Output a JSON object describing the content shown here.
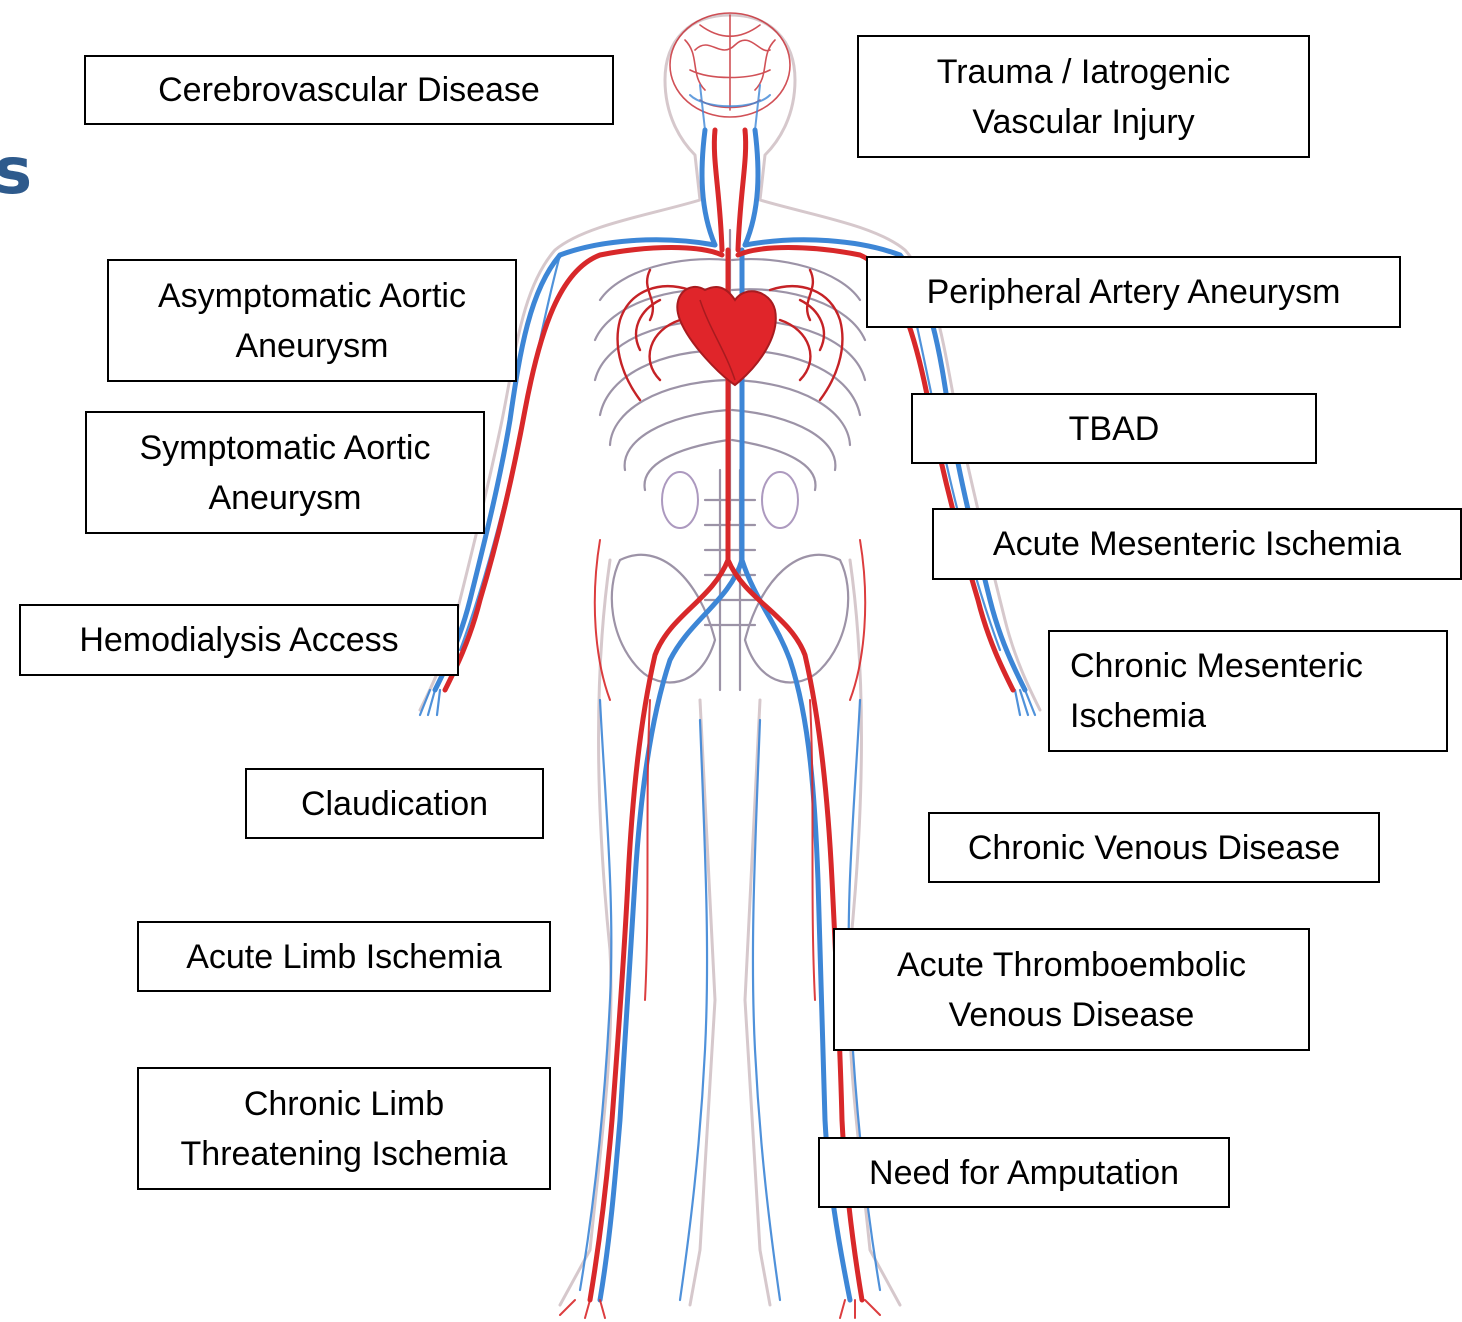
{
  "edge_fragment": "s",
  "labels": {
    "cerebrovascular": "Cerebrovascular Disease",
    "trauma": "Trauma / Iatrogenic\nVascular Injury",
    "asymptomatic_aortic": "Asymptomatic Aortic\nAneurysm",
    "peripheral_artery": "Peripheral Artery Aneurysm",
    "symptomatic_aortic": "Symptomatic Aortic\nAneurysm",
    "tbad": "TBAD",
    "acute_mesenteric": "Acute Mesenteric Ischemia",
    "hemodialysis": "Hemodialysis Access",
    "chronic_mesenteric": "Chronic Mesenteric\nIschemia",
    "claudication": "Claudication",
    "chronic_venous": "Chronic Venous Disease",
    "acute_limb": "Acute Limb Ischemia",
    "acute_thromboembolic": "Acute Thromboembolic\nVenous Disease",
    "chronic_limb": "Chronic Limb\nThreatening Ischemia",
    "amputation": "Need for Amputation"
  },
  "colors": {
    "artery": "#d8282a",
    "vein": "#3d86d6",
    "label_border": "#000000",
    "fragment": "#2e5a8c"
  },
  "figure": {
    "subject": "human circulatory system, front view"
  }
}
